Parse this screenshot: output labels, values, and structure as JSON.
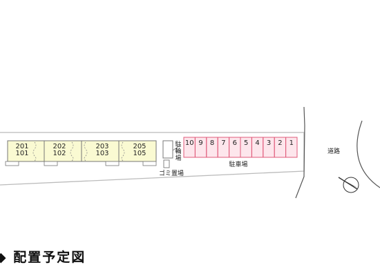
{
  "title": "配置予定図",
  "units": [
    {
      "top": "201",
      "bottom": "101"
    },
    {
      "top": "202",
      "bottom": "102"
    },
    {
      "top": "203",
      "bottom": "103"
    },
    {
      "top": "205",
      "bottom": "105"
    }
  ],
  "bike_parking": {
    "chars": [
      "駐",
      "輪",
      "場"
    ]
  },
  "garbage_area": {
    "label": "ゴミ置場"
  },
  "parking": {
    "label": "駐車場",
    "stalls": [
      "10",
      "9",
      "8",
      "7",
      "6",
      "5",
      "4",
      "3",
      "2",
      "1"
    ]
  },
  "road": {
    "label": "道路"
  },
  "colors": {
    "building_fill": "#fafad2",
    "parking_stroke": "#e05a7a",
    "parking_fill": "#fde6ec",
    "road_line": "#555555",
    "lot_line": "#bbbbbb"
  }
}
